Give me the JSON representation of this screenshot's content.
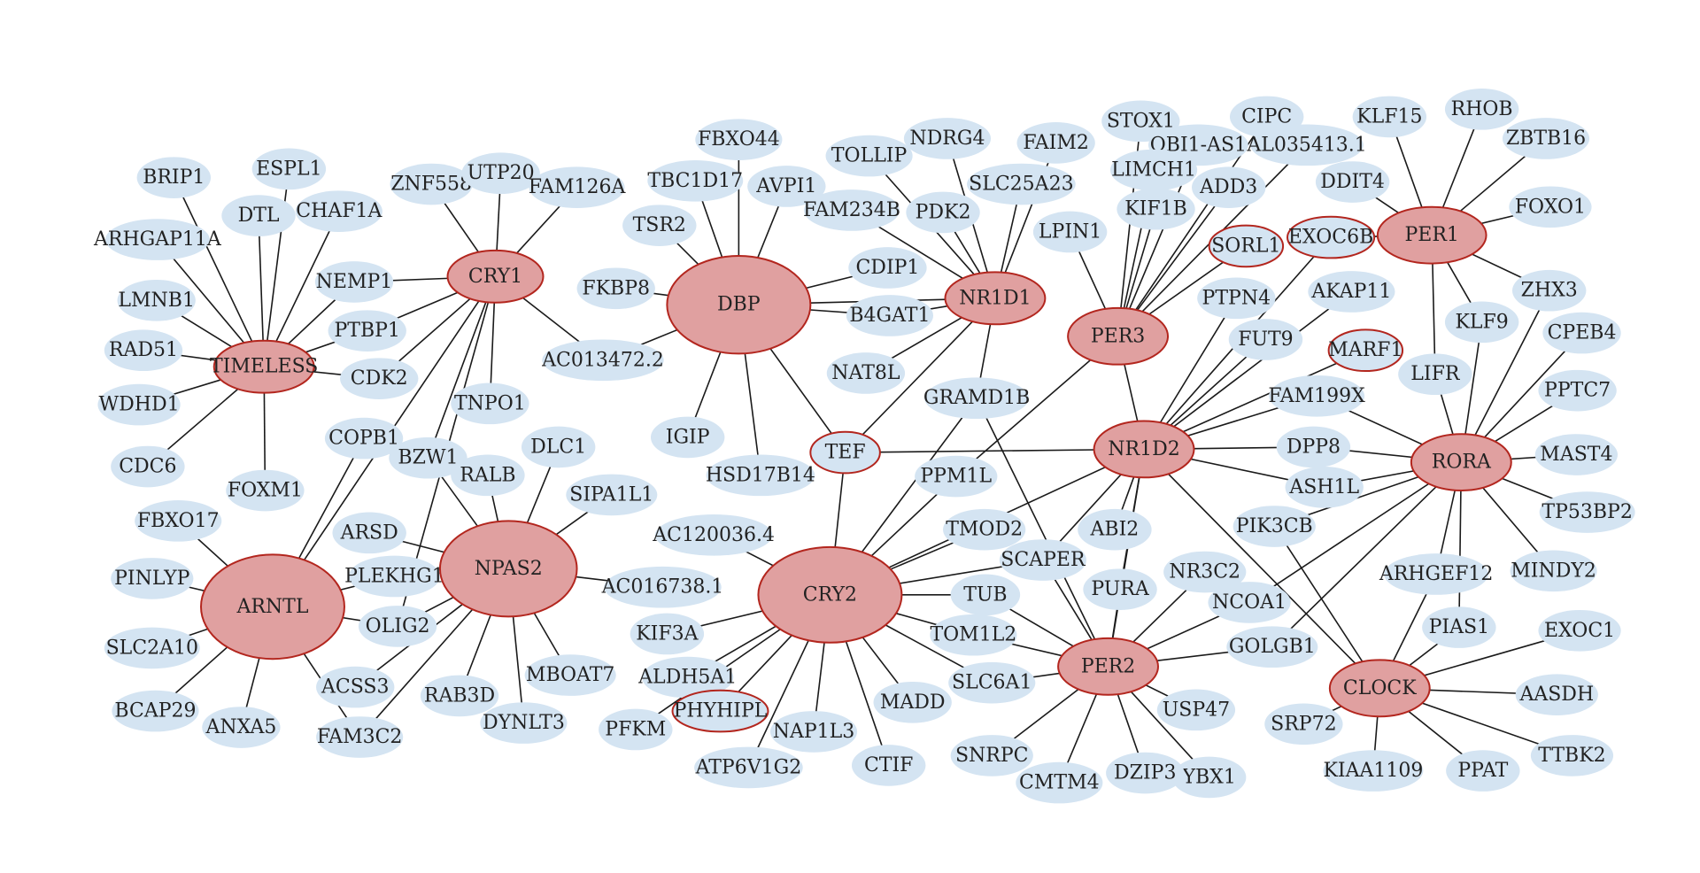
{
  "colors": {
    "hub_fill": "#e0a0a0",
    "hub_stroke": "#b3261e",
    "leaf_fill": "#d4e4f2",
    "edge": "#1a1a1a"
  },
  "network": {
    "hubs": [
      "TIMELESS",
      "CRY1",
      "DBP",
      "NR1D1",
      "PER3",
      "PER1",
      "NR1D2",
      "RORA",
      "ARNTL",
      "NPAS2",
      "CRY2",
      "PER2",
      "CLOCK"
    ],
    "ringed_nodes": [
      "TEF",
      "SORL1",
      "EXOC6B",
      "MARF1",
      "PHYHIPL"
    ],
    "nodes": [
      "TIMELESS",
      "CRY1",
      "DBP",
      "NR1D1",
      "PER3",
      "PER1",
      "NR1D2",
      "RORA",
      "ARNTL",
      "NPAS2",
      "CRY2",
      "PER2",
      "CLOCK",
      "BRIP1",
      "ESPL1",
      "DTL",
      "CHAF1A",
      "ARHGAP11A",
      "LMNB1",
      "RAD51",
      "WDHD1",
      "CDC6",
      "FOXM1",
      "NEMP1",
      "PTBP1",
      "CDK2",
      "ZNF558",
      "UTP20",
      "FAM126A",
      "TNPO1",
      "COPB1",
      "BZW1",
      "FBXO44",
      "TBC1D17",
      "AVPI1",
      "TSR2",
      "FKBP8",
      "AC013472.2",
      "IGIP",
      "HSD17B14",
      "TEF",
      "TOLLIP",
      "NDRG4",
      "FAIM2",
      "SLC25A23",
      "PDK2",
      "FAM234B",
      "CDIP1",
      "B4GAT1",
      "NAT8L",
      "GRAMD1B",
      "STOX1",
      "OBI1-AS1",
      "CIPC",
      "AL035413.1",
      "LIMCH1",
      "ADD3",
      "KIF1B",
      "LPIN1",
      "SORL1",
      "EXOC6B",
      "KLF15",
      "RHOB",
      "ZBTB16",
      "DDIT4",
      "FOXO1",
      "ZHX3",
      "KLF9",
      "LIFR",
      "CPEB4",
      "PPTC7",
      "MAST4",
      "TP53BP2",
      "MINDY2",
      "PTPN4",
      "AKAP11",
      "FUT9",
      "MARF1",
      "FAM199X",
      "DPP8",
      "ASH1L",
      "PIK3CB",
      "ABI2",
      "PURA",
      "SCAPER",
      "TMOD2",
      "PPM1L",
      "NR3C2",
      "NCOA1",
      "GOLGB1",
      "ARHGEF12",
      "PIAS1",
      "EXOC1",
      "AASDH",
      "TTBK2",
      "PPAT",
      "KIAA1109",
      "SRP72",
      "FBXO17",
      "PINLYP",
      "SLC2A10",
      "BCAP29",
      "ANXA5",
      "FAM3C2",
      "ACSS3",
      "OLIG2",
      "PLEKHG1",
      "ARSD",
      "RALB",
      "DLC1",
      "SIPA1L1",
      "AC016738.1",
      "MBOAT7",
      "DYNLT3",
      "RAB3D",
      "AC120036.4",
      "KIF3A",
      "ALDH5A1",
      "PFKM",
      "PHYHIPL",
      "ATP6V1G2",
      "NAP1L3",
      "CTIF",
      "MADD",
      "SLC6A1",
      "TOM1L2",
      "TUB",
      "USP47",
      "YBX1",
      "DZIP3",
      "CMTM4",
      "SNRPC"
    ],
    "edges": [
      [
        "TIMELESS",
        "BRIP1"
      ],
      [
        "TIMELESS",
        "ESPL1"
      ],
      [
        "TIMELESS",
        "DTL"
      ],
      [
        "TIMELESS",
        "CHAF1A"
      ],
      [
        "TIMELESS",
        "ARHGAP11A"
      ],
      [
        "TIMELESS",
        "LMNB1"
      ],
      [
        "TIMELESS",
        "RAD51"
      ],
      [
        "TIMELESS",
        "WDHD1"
      ],
      [
        "TIMELESS",
        "CDC6"
      ],
      [
        "TIMELESS",
        "FOXM1"
      ],
      [
        "TIMELESS",
        "NEMP1"
      ],
      [
        "TIMELESS",
        "PTBP1"
      ],
      [
        "TIMELESS",
        "CDK2"
      ],
      [
        "CRY1",
        "ZNF558"
      ],
      [
        "CRY1",
        "UTP20"
      ],
      [
        "CRY1",
        "FAM126A"
      ],
      [
        "CRY1",
        "NEMP1"
      ],
      [
        "CRY1",
        "AC013472.2"
      ],
      [
        "CRY1",
        "CDK2"
      ],
      [
        "CRY1",
        "TNPO1"
      ],
      [
        "CRY1",
        "PTBP1"
      ],
      [
        "CRY1",
        "BZW1"
      ],
      [
        "CRY1",
        "ARNTL"
      ],
      [
        "CRY1",
        "OLIG2"
      ],
      [
        "DBP",
        "FBXO44"
      ],
      [
        "DBP",
        "TBC1D17"
      ],
      [
        "DBP",
        "AVPI1"
      ],
      [
        "DBP",
        "TSR2"
      ],
      [
        "DBP",
        "FKBP8"
      ],
      [
        "DBP",
        "AC013472.2"
      ],
      [
        "DBP",
        "IGIP"
      ],
      [
        "DBP",
        "HSD17B14"
      ],
      [
        "DBP",
        "TEF"
      ],
      [
        "DBP",
        "NR1D1"
      ],
      [
        "DBP",
        "CDIP1"
      ],
      [
        "DBP",
        "B4GAT1"
      ],
      [
        "NR1D1",
        "TOLLIP"
      ],
      [
        "NR1D1",
        "NDRG4"
      ],
      [
        "NR1D1",
        "FAIM2"
      ],
      [
        "NR1D1",
        "SLC25A23"
      ],
      [
        "NR1D1",
        "PDK2"
      ],
      [
        "NR1D1",
        "FAM234B"
      ],
      [
        "NR1D1",
        "B4GAT1"
      ],
      [
        "NR1D1",
        "NAT8L"
      ],
      [
        "NR1D1",
        "TEF"
      ],
      [
        "NR1D1",
        "GRAMD1B"
      ],
      [
        "PER3",
        "LPIN1"
      ],
      [
        "PER3",
        "STOX1"
      ],
      [
        "PER3",
        "OBI1-AS1"
      ],
      [
        "PER3",
        "CIPC"
      ],
      [
        "PER3",
        "AL035413.1"
      ],
      [
        "PER3",
        "LIMCH1"
      ],
      [
        "PER3",
        "ADD3"
      ],
      [
        "PER3",
        "KIF1B"
      ],
      [
        "PER3",
        "SORL1"
      ],
      [
        "PER3",
        "NR1D2"
      ],
      [
        "PER3",
        "PPM1L"
      ],
      [
        "PER1",
        "KLF15"
      ],
      [
        "PER1",
        "RHOB"
      ],
      [
        "PER1",
        "ZBTB16"
      ],
      [
        "PER1",
        "DDIT4"
      ],
      [
        "PER1",
        "FOXO1"
      ],
      [
        "PER1",
        "ZHX3"
      ],
      [
        "PER1",
        "KLF9"
      ],
      [
        "PER1",
        "LIFR"
      ],
      [
        "PER1",
        "EXOC6B"
      ],
      [
        "NR1D2",
        "EXOC6B"
      ],
      [
        "NR1D2",
        "PTPN4"
      ],
      [
        "NR1D2",
        "AKAP11"
      ],
      [
        "NR1D2",
        "FUT9"
      ],
      [
        "NR1D2",
        "MARF1"
      ],
      [
        "NR1D2",
        "FAM199X"
      ],
      [
        "NR1D2",
        "DPP8"
      ],
      [
        "NR1D2",
        "ASH1L"
      ],
      [
        "NR1D2",
        "TEF"
      ],
      [
        "NR1D2",
        "ABI2"
      ],
      [
        "NR1D2",
        "PURA"
      ],
      [
        "NR1D2",
        "SCAPER"
      ],
      [
        "NR1D2",
        "CLOCK"
      ],
      [
        "NR1D2",
        "PER2"
      ],
      [
        "RORA",
        "LIFR"
      ],
      [
        "RORA",
        "KLF9"
      ],
      [
        "RORA",
        "ZHX3"
      ],
      [
        "RORA",
        "CPEB4"
      ],
      [
        "RORA",
        "PPTC7"
      ],
      [
        "RORA",
        "MAST4"
      ],
      [
        "RORA",
        "TP53BP2"
      ],
      [
        "RORA",
        "MINDY2"
      ],
      [
        "RORA",
        "ARHGEF12"
      ],
      [
        "RORA",
        "PIAS1"
      ],
      [
        "RORA",
        "DPP8"
      ],
      [
        "RORA",
        "FAM199X"
      ],
      [
        "RORA",
        "ASH1L"
      ],
      [
        "RORA",
        "NCOA1"
      ],
      [
        "RORA",
        "GOLGB1"
      ],
      [
        "RORA",
        "PIK3CB"
      ],
      [
        "CLOCK",
        "PIK3CB"
      ],
      [
        "CLOCK",
        "ARHGEF12"
      ],
      [
        "CLOCK",
        "EXOC1"
      ],
      [
        "CLOCK",
        "AASDH"
      ],
      [
        "CLOCK",
        "TTBK2"
      ],
      [
        "CLOCK",
        "PPAT"
      ],
      [
        "CLOCK",
        "KIAA1109"
      ],
      [
        "CLOCK",
        "SRP72"
      ],
      [
        "CLOCK",
        "PIAS1"
      ],
      [
        "ARNTL",
        "FBXO17"
      ],
      [
        "ARNTL",
        "PINLYP"
      ],
      [
        "ARNTL",
        "SLC2A10"
      ],
      [
        "ARNTL",
        "BCAP29"
      ],
      [
        "ARNTL",
        "ANXA5"
      ],
      [
        "ARNTL",
        "FAM3C2"
      ],
      [
        "ARNTL",
        "OLIG2"
      ],
      [
        "ARNTL",
        "PLEKHG1"
      ],
      [
        "ARNTL",
        "COPB1"
      ],
      [
        "NPAS2",
        "ARSD"
      ],
      [
        "NPAS2",
        "BZW1"
      ],
      [
        "NPAS2",
        "RALB"
      ],
      [
        "NPAS2",
        "DLC1"
      ],
      [
        "NPAS2",
        "SIPA1L1"
      ],
      [
        "NPAS2",
        "AC016738.1"
      ],
      [
        "NPAS2",
        "MBOAT7"
      ],
      [
        "NPAS2",
        "DYNLT3"
      ],
      [
        "NPAS2",
        "RAB3D"
      ],
      [
        "NPAS2",
        "FAM3C2"
      ],
      [
        "NPAS2",
        "ACSS3"
      ],
      [
        "NPAS2",
        "OLIG2"
      ],
      [
        "NPAS2",
        "PLEKHG1"
      ],
      [
        "CRY2",
        "TEF"
      ],
      [
        "CRY2",
        "GRAMD1B"
      ],
      [
        "CRY2",
        "PPM1L"
      ],
      [
        "CRY2",
        "TMOD2"
      ],
      [
        "CRY2",
        "SCAPER"
      ],
      [
        "CRY2",
        "TUB"
      ],
      [
        "CRY2",
        "TOM1L2"
      ],
      [
        "CRY2",
        "SLC6A1"
      ],
      [
        "CRY2",
        "MADD"
      ],
      [
        "CRY2",
        "CTIF"
      ],
      [
        "CRY2",
        "NAP1L3"
      ],
      [
        "CRY2",
        "ATP6V1G2"
      ],
      [
        "CRY2",
        "PHYHIPL"
      ],
      [
        "CRY2",
        "PFKM"
      ],
      [
        "CRY2",
        "ALDH5A1"
      ],
      [
        "CRY2",
        "KIF3A"
      ],
      [
        "CRY2",
        "AC120036.4"
      ],
      [
        "CRY2",
        "NR1D2"
      ],
      [
        "PER2",
        "SCAPER"
      ],
      [
        "PER2",
        "TUB"
      ],
      [
        "PER2",
        "TOM1L2"
      ],
      [
        "PER2",
        "SLC6A1"
      ],
      [
        "PER2",
        "PURA"
      ],
      [
        "PER2",
        "NR3C2"
      ],
      [
        "PER2",
        "NCOA1"
      ],
      [
        "PER2",
        "GOLGB1"
      ],
      [
        "PER2",
        "USP47"
      ],
      [
        "PER2",
        "YBX1"
      ],
      [
        "PER2",
        "DZIP3"
      ],
      [
        "PER2",
        "CMTM4"
      ],
      [
        "PER2",
        "SNRPC"
      ],
      [
        "PER2",
        "GRAMD1B"
      ]
    ]
  }
}
